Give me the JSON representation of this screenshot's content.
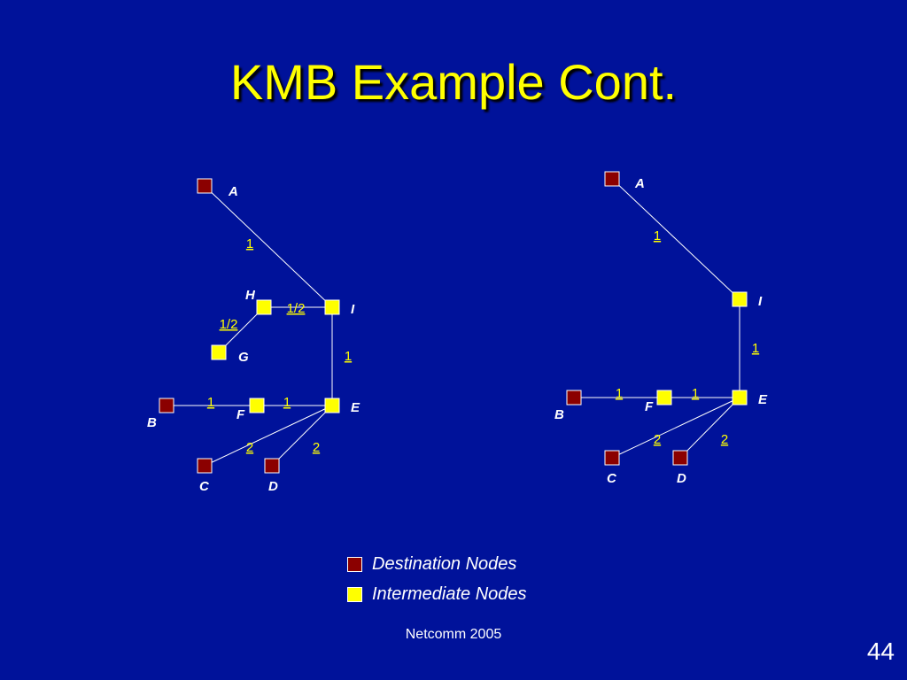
{
  "slide": {
    "title": "KMB Example Cont.",
    "footer": "Netcomm 2005",
    "page_number": "44"
  },
  "colors": {
    "background": "#00129a",
    "title": "#ffff00",
    "destination_node": "#8b0000",
    "intermediate_node": "#ffff00",
    "edge_weight": "#ffff00",
    "text": "#ffffff"
  },
  "legend": {
    "destination": "Destination Nodes",
    "intermediate": "Intermediate Nodes"
  },
  "graphs": [
    {
      "name": "left",
      "nodes": [
        {
          "id": "A",
          "type": "destination"
        },
        {
          "id": "H",
          "type": "intermediate"
        },
        {
          "id": "I",
          "type": "intermediate"
        },
        {
          "id": "G",
          "type": "intermediate"
        },
        {
          "id": "B",
          "type": "destination"
        },
        {
          "id": "F",
          "type": "intermediate"
        },
        {
          "id": "E",
          "type": "intermediate"
        },
        {
          "id": "C",
          "type": "destination"
        },
        {
          "id": "D",
          "type": "destination"
        }
      ],
      "edges": [
        {
          "from": "A",
          "to": "I",
          "weight": "1"
        },
        {
          "from": "H",
          "to": "I",
          "weight": "1/2"
        },
        {
          "from": "H",
          "to": "G",
          "weight": "1/2"
        },
        {
          "from": "I",
          "to": "E",
          "weight": "1"
        },
        {
          "from": "B",
          "to": "F",
          "weight": "1"
        },
        {
          "from": "F",
          "to": "E",
          "weight": "1"
        },
        {
          "from": "E",
          "to": "C",
          "weight": "2"
        },
        {
          "from": "E",
          "to": "D",
          "weight": "2"
        }
      ]
    },
    {
      "name": "right",
      "nodes": [
        {
          "id": "A",
          "type": "destination"
        },
        {
          "id": "I",
          "type": "intermediate"
        },
        {
          "id": "B",
          "type": "destination"
        },
        {
          "id": "F",
          "type": "intermediate"
        },
        {
          "id": "E",
          "type": "intermediate"
        },
        {
          "id": "C",
          "type": "destination"
        },
        {
          "id": "D",
          "type": "destination"
        }
      ],
      "edges": [
        {
          "from": "A",
          "to": "I",
          "weight": "1"
        },
        {
          "from": "I",
          "to": "E",
          "weight": "1"
        },
        {
          "from": "B",
          "to": "F",
          "weight": "1"
        },
        {
          "from": "F",
          "to": "E",
          "weight": "1"
        },
        {
          "from": "E",
          "to": "C",
          "weight": "2"
        },
        {
          "from": "E",
          "to": "D",
          "weight": "2"
        }
      ]
    }
  ]
}
